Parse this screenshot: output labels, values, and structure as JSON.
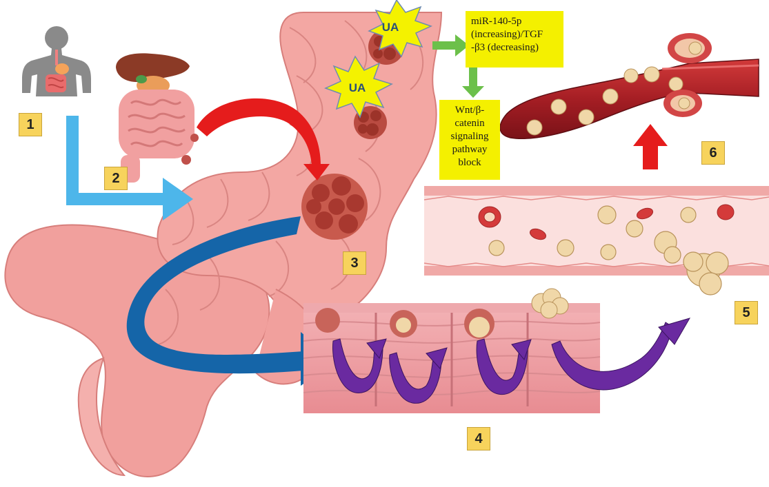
{
  "steps": {
    "s1": "1",
    "s2": "2",
    "s3": "3",
    "s4": "4",
    "s5": "5",
    "s6": "6"
  },
  "ua_label": "UA",
  "mir_box": [
    "miR-140-5p",
    "(increasing)/TGF",
    "-β3 (decreasing)"
  ],
  "wnt_box": [
    "Wnt/β-",
    "catenin",
    "signaling",
    "pathway",
    "block"
  ],
  "icons": [
    "human-body-icon",
    "digestive-organs-icon",
    "colon-illustration",
    "blood-vessel-icon"
  ],
  "colors": {
    "colon": "#f3a3a0",
    "tumor": "#c7554a",
    "blue_arrow": "#4db6ea",
    "dark_blue_arrow": "#1565a8",
    "purple_arrow": "#6a2aa0",
    "red_arrow": "#e31d1d",
    "green_arrow": "#6cc04a",
    "badge": "#f7d35c",
    "text_box": "#f4f000"
  }
}
